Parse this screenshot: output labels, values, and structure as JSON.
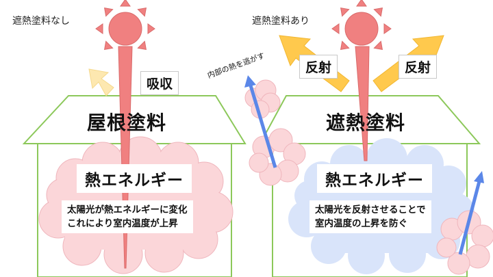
{
  "left_panel": {
    "caption": "遮熱塗料なし",
    "absorb_label": "吸収",
    "roof_label": "屋根塗料",
    "energy_label": "熱エネルギー",
    "description": [
      "太陽光が熱エネルギーに変化",
      "これにより室内温度が上昇"
    ]
  },
  "right_panel": {
    "caption": "遮熱塗料あり",
    "reflect_label_left": "反射",
    "reflect_label_right": "反射",
    "escape_label": "内部の熱を逃がす",
    "roof_label": "遮熱塗料",
    "energy_label": "熱エネルギー",
    "description": [
      "太陽光を反射させることで",
      "室内温度の上昇を防ぐ"
    ]
  },
  "colors": {
    "sun": "#f08080",
    "sun_stroke": "#d96a6a",
    "house_outline": "#8cc85a",
    "reflect_arrow": "#ffc94d",
    "faded_arrow": "#fde8b0",
    "heat_cloud": "#fbd6d9",
    "cool_cloud": "#d9e4fa",
    "heat_escape_arrow": "#5b87e8"
  }
}
